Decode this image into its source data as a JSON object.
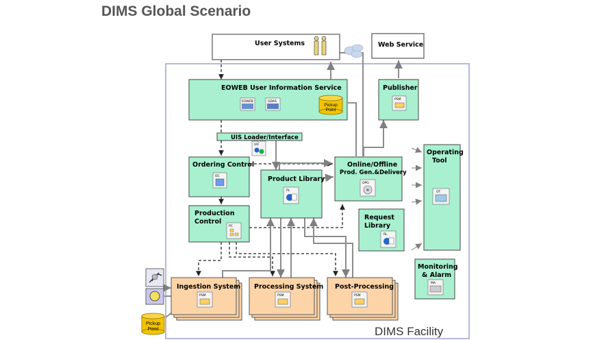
{
  "title": "DIMS Global Scenario",
  "facility_label": "DIMS Facility",
  "external": {
    "user_systems": "User Systems",
    "web_service": "Web Service"
  },
  "eoweb": {
    "title": "EOWEB User Information Service",
    "icon1": "EOWEB",
    "icon2": "GDAS",
    "pickup": [
      "Pickup",
      "Point"
    ]
  },
  "uis_loader": {
    "title": "UIS Loader/Interface",
    "icon": "UIF"
  },
  "publisher": {
    "title": "Publisher",
    "icon": "PSM"
  },
  "ordering": {
    "title": "Ordering Control",
    "icon": "OC"
  },
  "production": {
    "title": [
      "Production",
      "Control"
    ],
    "icon": "PC"
  },
  "product_library": {
    "title": "Product Library",
    "icon": "PL"
  },
  "online": {
    "title": [
      "Online/Offline",
      "Prod. Gen.&Delivery"
    ],
    "icon": "OPG"
  },
  "request_library": {
    "title": [
      "Request",
      "Library"
    ],
    "icon": "RL"
  },
  "operating_tool": {
    "title": [
      "Operating",
      "Tool"
    ],
    "icon": "OT"
  },
  "monitoring": {
    "title": [
      "Monitoring",
      "& Alarm"
    ],
    "icon": "MA"
  },
  "ingestion": {
    "title": "Ingestion System",
    "icon": "PSM"
  },
  "processing": {
    "title": "Processing System",
    "icon": "PSM"
  },
  "postprocessing": {
    "title": "Post-Processing",
    "icon": "PSM"
  },
  "pickup_bottom": [
    "Pickup",
    "Point"
  ],
  "colors": {
    "green_box": "#a8f0d0",
    "orange_box": "#fcd4a8",
    "facility_border": "#9aa0d8",
    "pickup_yellow": "#f2c400",
    "line_gray": "#8c8c8c"
  }
}
